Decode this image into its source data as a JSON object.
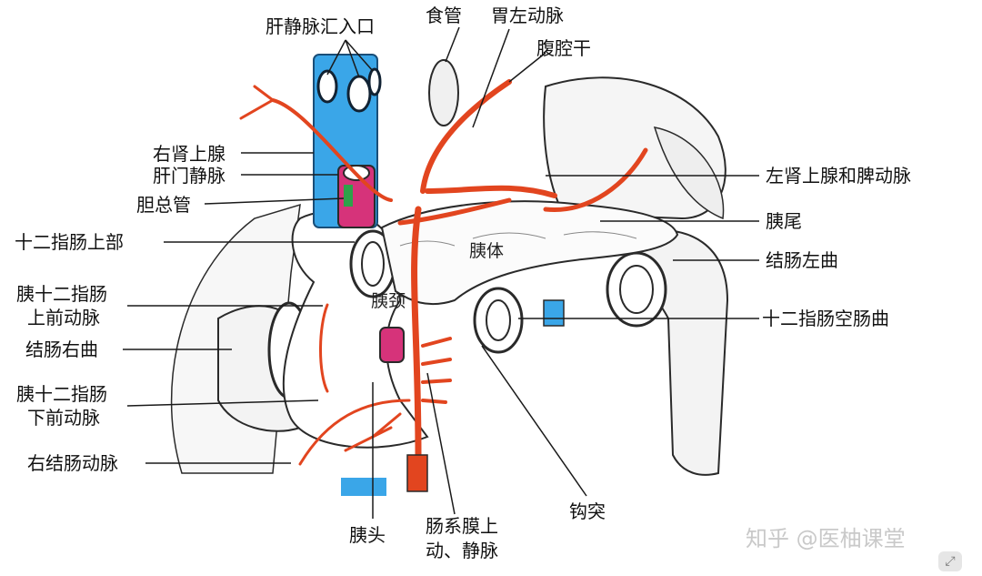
{
  "diagram": {
    "labels": {
      "hepatic_vein_inlet": "肝静脉汇入口",
      "esophagus": "食管",
      "left_gastric_artery": "胃左动脉",
      "celiac_trunk": "腹腔干",
      "right_adrenal": "右肾上腺",
      "portal_vein": "肝门静脉",
      "common_bile_duct": "胆总管",
      "duodenum_superior": "十二指肠上部",
      "ant_sup_pd_artery_1": "胰十二指肠",
      "ant_sup_pd_artery_2": "上前动脉",
      "hepatic_flexure": "结肠右曲",
      "ant_inf_pd_artery_1": "胰十二指肠",
      "ant_inf_pd_artery_2": "下前动脉",
      "right_colic_artery": "右结肠动脉",
      "left_adrenal_splenic": "左肾上腺和脾动脉",
      "pancreas_tail": "胰尾",
      "splenic_flexure": "结肠左曲",
      "duodenojejunal_flexure": "十二指肠空肠曲",
      "pancreas_body": "胰体",
      "pancreas_neck": "胰颈",
      "pancreas_head": "胰头",
      "sma_smv_1": "肠系膜上",
      "sma_smv_2": "动、静脉",
      "uncinate": "钩突"
    },
    "colors": {
      "vein_blue": "#3aa6e8",
      "artery_red": "#e2451f",
      "portal_pink": "#d6337a",
      "bile_green": "#2fa24a",
      "outline": "#2a2a2a"
    }
  },
  "watermark": "知乎 @医柚课堂",
  "corner_icon": "expand-icon"
}
